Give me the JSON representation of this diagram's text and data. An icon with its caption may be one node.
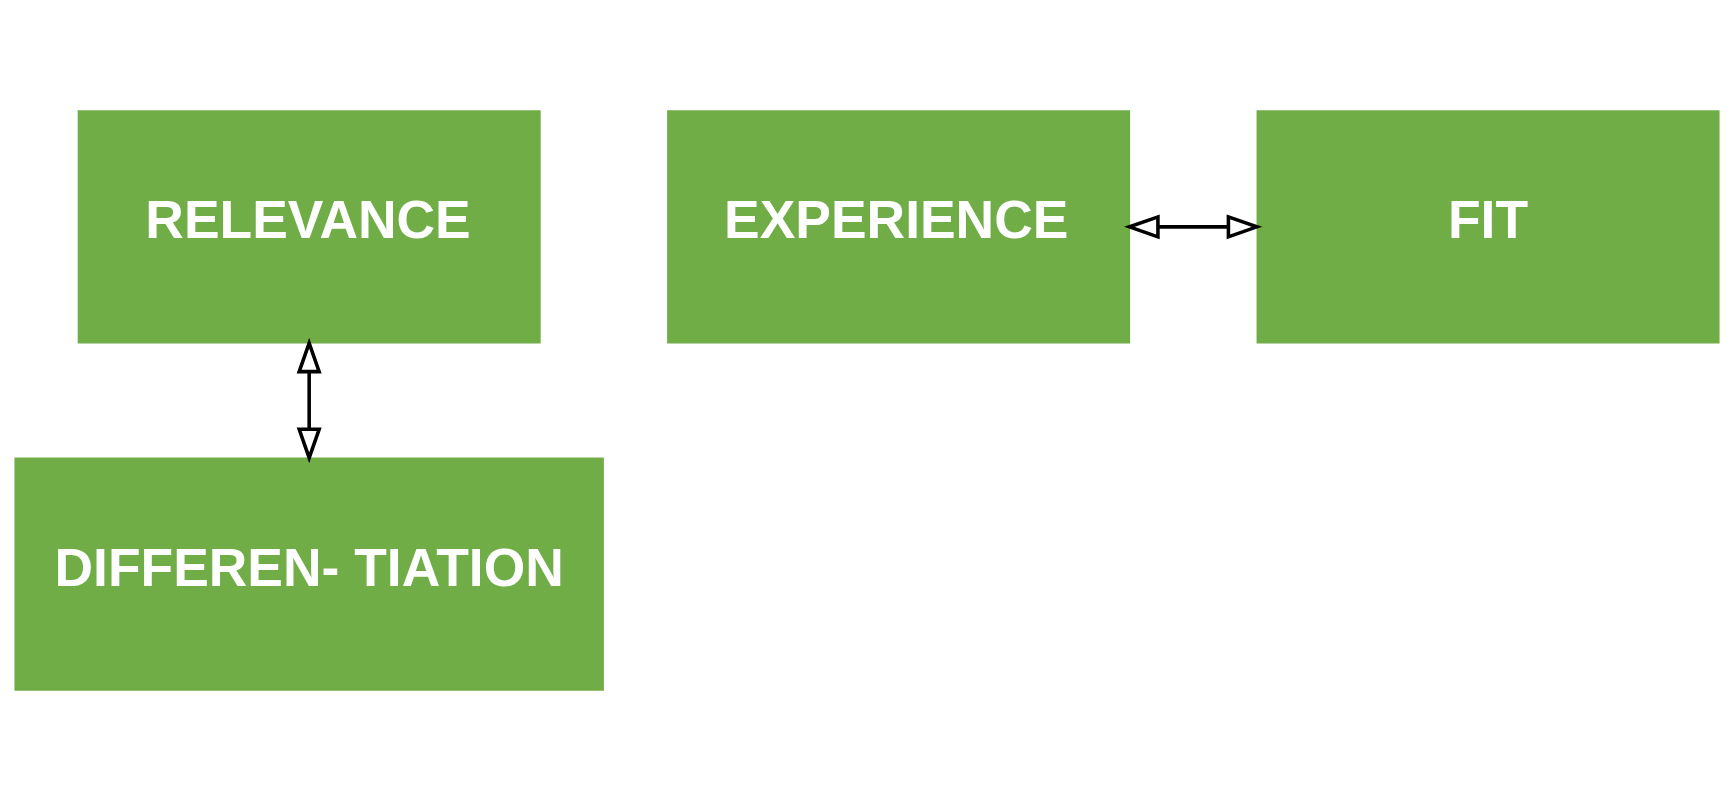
{
  "diagram": {
    "nodes": [
      {
        "text": [
          "RELEVANCE"
        ]
      },
      {
        "text": [
          "EXPERIENCE"
        ]
      },
      {
        "text": [
          "FIT"
        ]
      },
      {
        "text": [
          "DIFFEREN- TIATION"
        ]
      }
    ],
    "edges": [
      {
        "from": 1,
        "to": 2,
        "arrow": "both"
      },
      {
        "from": 0,
        "to": 3,
        "arrow": "both"
      }
    ]
  }
}
